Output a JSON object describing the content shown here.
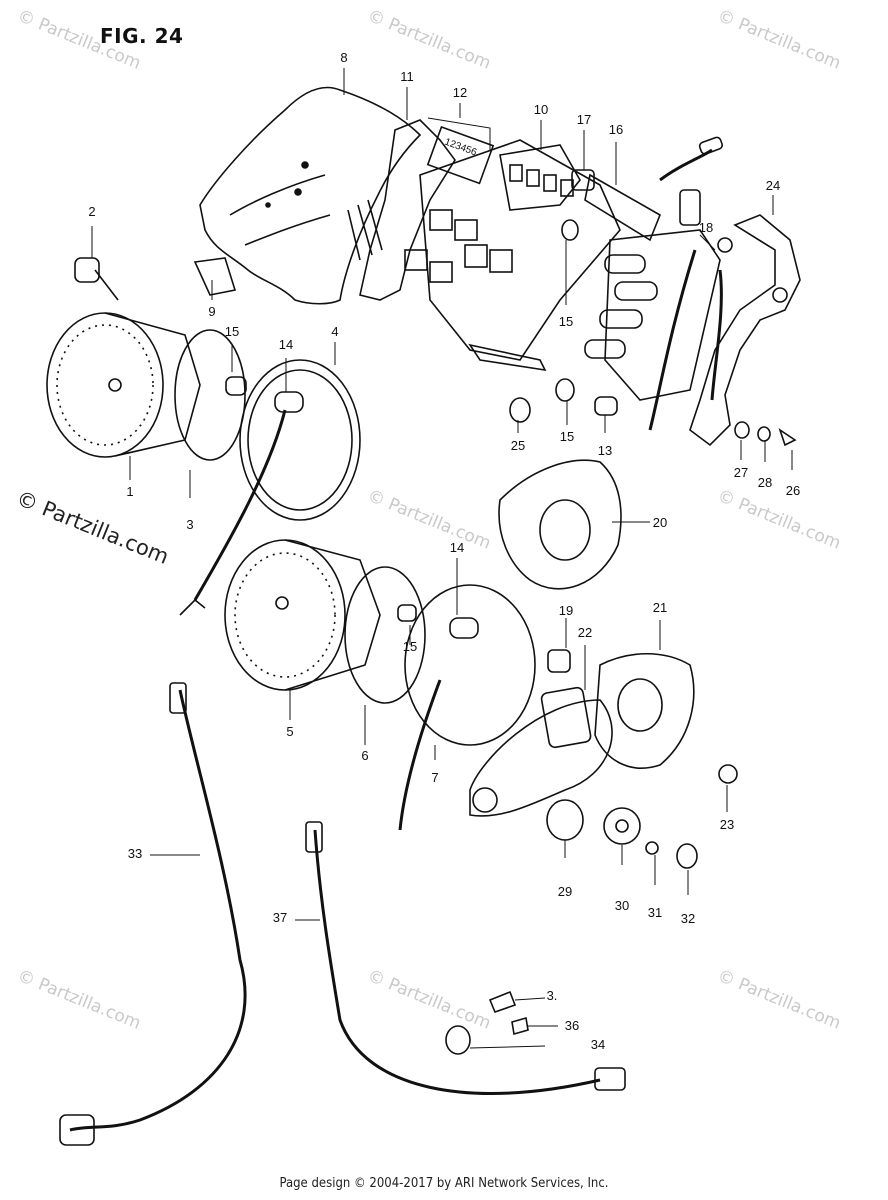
{
  "figure": {
    "title": "FIG. 24"
  },
  "watermarks": {
    "main": "© Partzilla.com",
    "faint": "© Partzilla.com"
  },
  "footer": "Page design © 2004-2017 by ARI Network Services, Inc.",
  "callouts": [
    "8",
    "11",
    "12",
    "10",
    "17",
    "16",
    "2",
    "24",
    "18",
    "9",
    "15",
    "14",
    "4",
    "15",
    "25",
    "15",
    "13",
    "27",
    "28",
    "26",
    "1",
    "3",
    "20",
    "14",
    "19",
    "22",
    "21",
    "15",
    "5",
    "6",
    "7",
    "23",
    "29",
    "30",
    "31",
    "32",
    "33",
    "37",
    "3.",
    "36",
    "34"
  ],
  "digit_strip": "123456"
}
